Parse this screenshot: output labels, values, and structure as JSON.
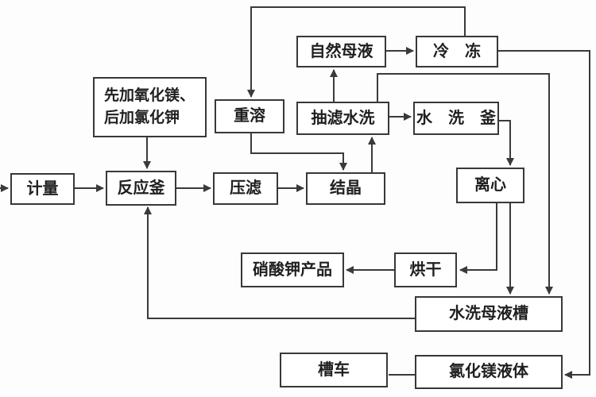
{
  "diagram": {
    "type": "flowchart",
    "subject": "potassium-nitrate-production-process",
    "language": "zh-CN",
    "colors": {
      "background": "#fdfdfd",
      "node_fill": "#ffffff",
      "node_border": "#383838",
      "edge": "#3a3a3a",
      "text": "#1f1f1f"
    },
    "nodes": {
      "metering": {
        "label": "计量"
      },
      "reactor": {
        "label": "反应釜"
      },
      "feed_note": {
        "label": "先加氧化镁、\n后加氯化钾"
      },
      "press_filter": {
        "label": "压滤"
      },
      "redissolve": {
        "label": "重溶"
      },
      "crystallize": {
        "label": "结晶"
      },
      "suction_filter_wash": {
        "label": "抽滤水洗"
      },
      "natural_mother_liquor": {
        "label": "自然母液"
      },
      "freezing": {
        "label": "冷　冻"
      },
      "water_wash_kettle": {
        "label": "水　洗　釜"
      },
      "centrifuge": {
        "label": "离心"
      },
      "drying": {
        "label": "烘干"
      },
      "kno3_product": {
        "label": "硝酸钾产品"
      },
      "wash_mother_liquor_tank": {
        "label": "水洗母液槽"
      },
      "tank_truck": {
        "label": "槽车"
      },
      "mgcl2_liquid": {
        "label": "氯化镁液体"
      }
    },
    "edges": [
      {
        "from": "feed-inlet",
        "to": "metering",
        "arrow": true
      },
      {
        "from": "metering",
        "to": "reactor",
        "arrow": true
      },
      {
        "from": "feed_note",
        "to": "reactor",
        "arrow": true
      },
      {
        "from": "reactor",
        "to": "press_filter",
        "arrow": true
      },
      {
        "from": "press_filter",
        "to": "crystallize",
        "arrow": true
      },
      {
        "from": "redissolve",
        "to": "crystallize",
        "arrow": true
      },
      {
        "from": "crystallize",
        "to": "suction_filter_wash",
        "arrow": true
      },
      {
        "from": "suction_filter_wash",
        "to": "natural_mother_liquor",
        "arrow": true
      },
      {
        "from": "natural_mother_liquor",
        "to": "freezing",
        "arrow": true
      },
      {
        "from": "freezing",
        "to": "redissolve",
        "arrow": true
      },
      {
        "from": "freezing",
        "to": "mgcl2_liquid",
        "arrow": true
      },
      {
        "from": "suction_filter_wash",
        "to": "wash_mother_liquor_tank",
        "arrow": true
      },
      {
        "from": "suction_filter_wash",
        "to": "water_wash_kettle",
        "arrow": true
      },
      {
        "from": "water_wash_kettle",
        "to": "centrifuge",
        "arrow": true
      },
      {
        "from": "centrifuge",
        "to": "drying",
        "arrow": true
      },
      {
        "from": "centrifuge",
        "to": "wash_mother_liquor_tank",
        "arrow": true
      },
      {
        "from": "drying",
        "to": "kno3_product",
        "arrow": true
      },
      {
        "from": "wash_mother_liquor_tank",
        "to": "reactor",
        "arrow": true
      },
      {
        "from": "mgcl2_liquid",
        "to": "tank_truck",
        "arrow": false
      }
    ]
  }
}
